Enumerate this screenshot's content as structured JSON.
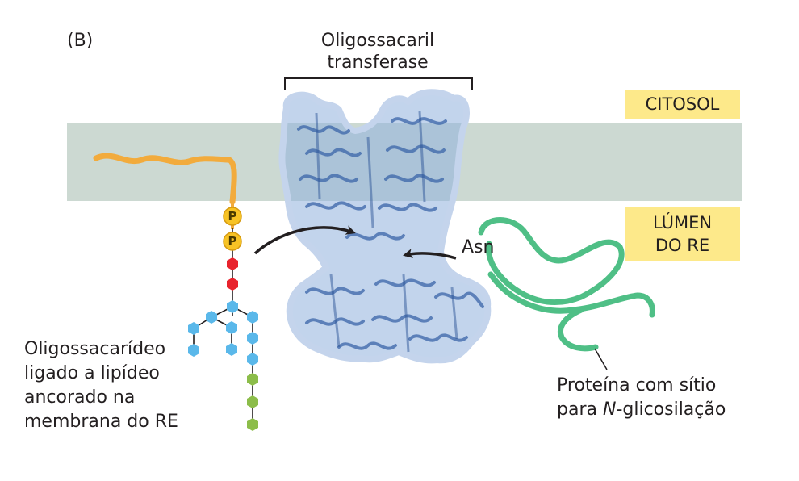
{
  "panel_label": "(B)",
  "enzyme_label": {
    "line1": "Oligossacaril",
    "line2": "transferase"
  },
  "regions": {
    "cytosol": "CITOSOL",
    "lumen_line1": "LÚMEN",
    "lumen_line2": "DO RE"
  },
  "residue_label": "Asn",
  "phosphate_symbol": "P",
  "oligosaccharide_label": {
    "line1": "Oligossacarídeo",
    "line2": "ligado a lipídeo",
    "line3": "ancorado na",
    "line4": "membrana do RE"
  },
  "protein_label": {
    "line1": "Proteína com sítio",
    "line2_prefix": "para ",
    "line2_italic": "N",
    "line2_suffix": "-glicosilação"
  },
  "colors": {
    "membrane": "#ccd9d2",
    "lipid_tail": "#f2ab3c",
    "phosphate": "#f7c325",
    "red_sugar": "#e8232d",
    "blue_sugar": "#5ab8ea",
    "green_sugar": "#8cbd4a",
    "protein_chain": "#4fbf86",
    "enzyme": "#8fb0dc",
    "label_box": "#fde98a"
  }
}
